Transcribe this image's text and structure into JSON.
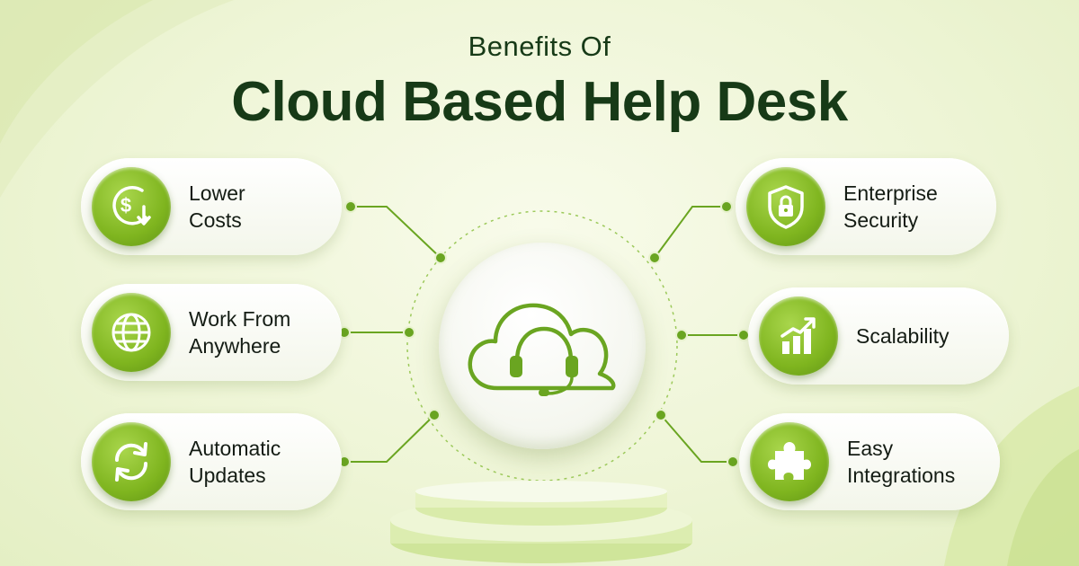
{
  "header": {
    "title_top": "Benefits Of",
    "title_main": "Cloud Based Help Desk"
  },
  "colors": {
    "accent_green": "#7fb51f",
    "dark_green_text": "#173a17",
    "connector_green": "#6aa521"
  },
  "hub": {
    "icon": "cloud-headset-icon"
  },
  "benefits_left": [
    {
      "line1": "Lower",
      "line2": "Costs",
      "icon": "dollar-down-icon"
    },
    {
      "line1": "Work From",
      "line2": "Anywhere",
      "icon": "globe-icon"
    },
    {
      "line1": "Automatic",
      "line2": "Updates",
      "icon": "refresh-icon"
    }
  ],
  "benefits_right": [
    {
      "line1": "Enterprise",
      "line2": "Security",
      "icon": "shield-lock-icon"
    },
    {
      "line1": "Scalability",
      "line2": "",
      "icon": "growth-chart-icon"
    },
    {
      "line1": "Easy",
      "line2": "Integrations",
      "icon": "puzzle-icon"
    }
  ]
}
